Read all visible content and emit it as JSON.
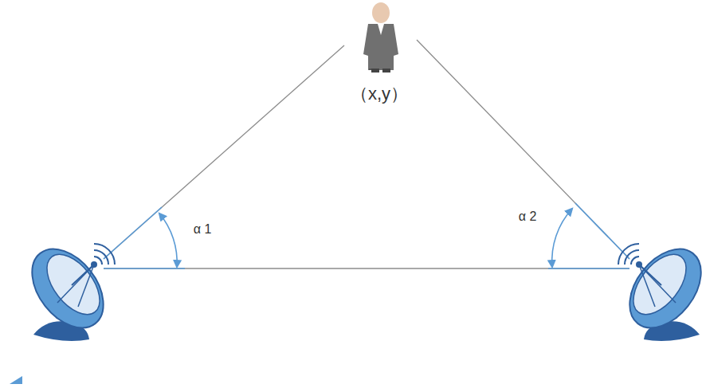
{
  "diagram": {
    "labels": [
      "（x,y）",
      "α 1",
      "α 2"
    ]
  }
}
